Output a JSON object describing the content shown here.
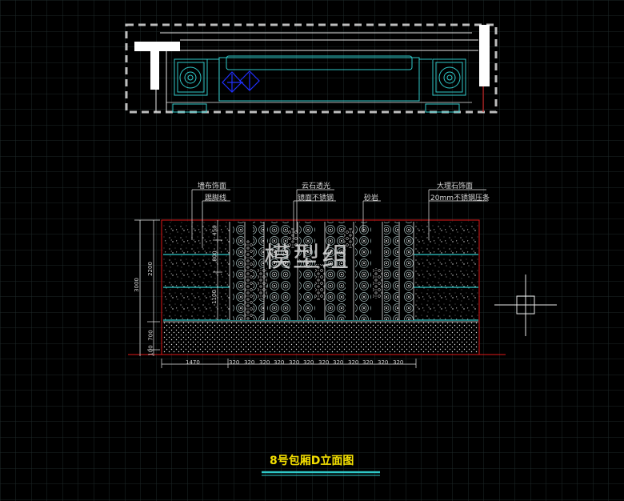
{
  "watermark": "模型组",
  "title": "8号包厢D立面图",
  "labels": {
    "wall_fabric": "墙布饰面",
    "skirting": "踢脚线",
    "cloud_stone": "云石透光",
    "mirror_steel": "镜面不锈钢",
    "sandstone": "砂岩",
    "marble": "大理石饰面",
    "steel_strip": "20mm不锈钢压条"
  },
  "dimensions": {
    "bottom": [
      "1470",
      "320",
      "320",
      "320",
      "320",
      "320",
      "320",
      "320",
      "320",
      "320",
      "320",
      "320",
      "320"
    ],
    "left_outer": "3000",
    "left_mid": [
      "2200",
      "700",
      "100"
    ],
    "left_inner": [
      "450",
      "800",
      "1100"
    ]
  },
  "colors": {
    "background": "#000000",
    "grid": "#1f2a2a",
    "cyan": "#2fc9c9",
    "white": "#ffffff",
    "red": "#e01818",
    "yellow": "#f5e000",
    "blue": "#2030ff"
  }
}
